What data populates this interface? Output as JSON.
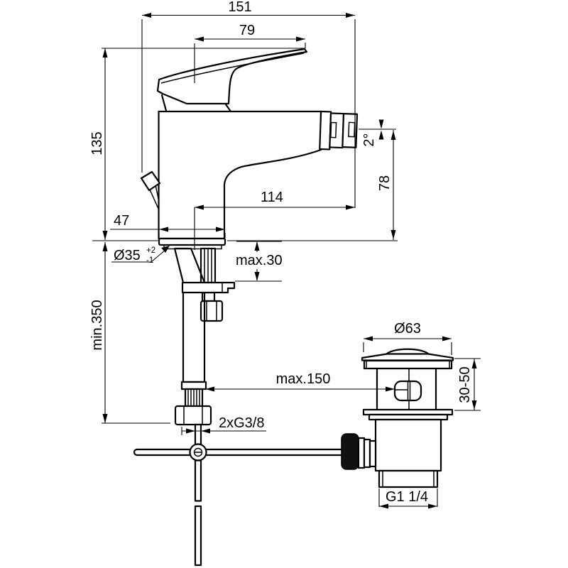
{
  "drawing": {
    "background": "#ffffff",
    "line_color": "#000000",
    "labels": {
      "dim_151": "151",
      "dim_79": "79",
      "dim_135": "135",
      "dim_47": "47",
      "dim_114": "114",
      "dim_78": "78",
      "angle_2deg": "2°",
      "dia_35": "Ø35",
      "dia_35_tol_plus": "+2",
      "dia_35_tol_minus": "-1",
      "max_30": "max.30",
      "min_350": "min.350",
      "max_150": "max.150",
      "supply_thread": "2xG3/8",
      "dia_63": "Ø63",
      "depth_30_50": "30-50",
      "drain_thread": "G1 1/4"
    }
  }
}
